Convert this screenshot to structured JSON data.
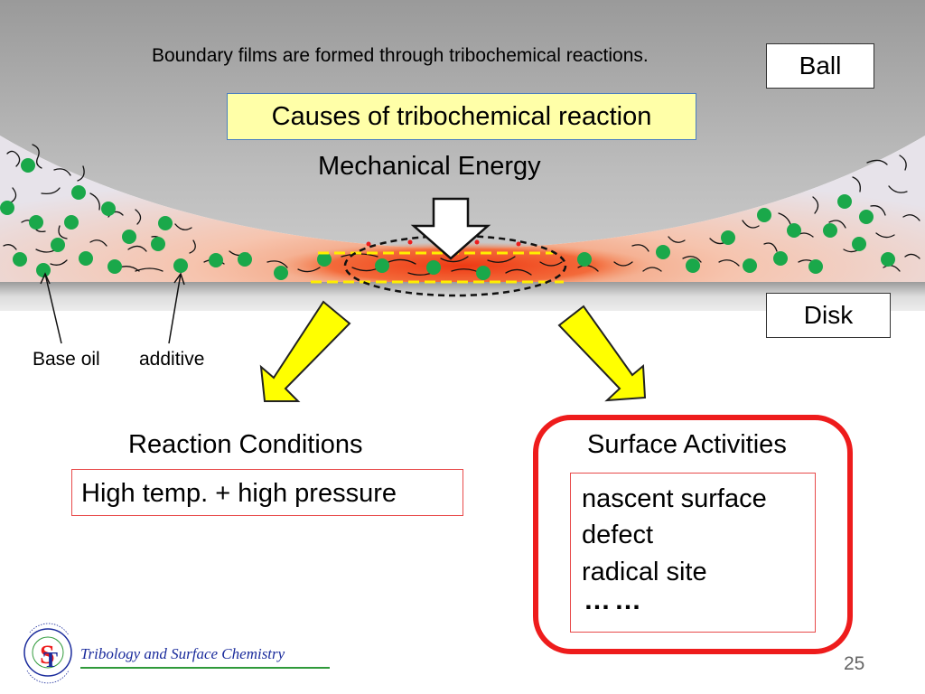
{
  "caption": "Boundary films are formed through tribochemical reactions.",
  "ball_label": "Ball",
  "disk_label": "Disk",
  "causes_title": "Causes of tribochemical reaction",
  "mechanical_energy": "Mechanical Energy",
  "base_oil_label": "Base oil",
  "additive_label": "additive",
  "reaction_conditions": {
    "heading": "Reaction Conditions",
    "item": "High temp. + high pressure"
  },
  "surface_activities": {
    "heading": "Surface Activities",
    "items": [
      "nascent surface",
      "defect",
      "radical site"
    ],
    "ellipsis": "……"
  },
  "footer": {
    "org": "Tribology and Surface Chemistry",
    "logo_ring_text": "SURFACE CHEMISTRY · TRIBOLOGY and"
  },
  "page_number": "25",
  "colors": {
    "ball_gray": "#aaaaaa",
    "lubricant_fill": "#f6dcd0",
    "hot_zone": "#f05a28",
    "additive_green": "#1aa84a",
    "arrow_yellow": "#ffff00",
    "highlight_red": "#ee1c1c",
    "causes_fill": "#ffffa8",
    "causes_border": "#4a7fc1",
    "footer_blue": "#1a2b9c",
    "footer_green": "#2f9a3a"
  }
}
